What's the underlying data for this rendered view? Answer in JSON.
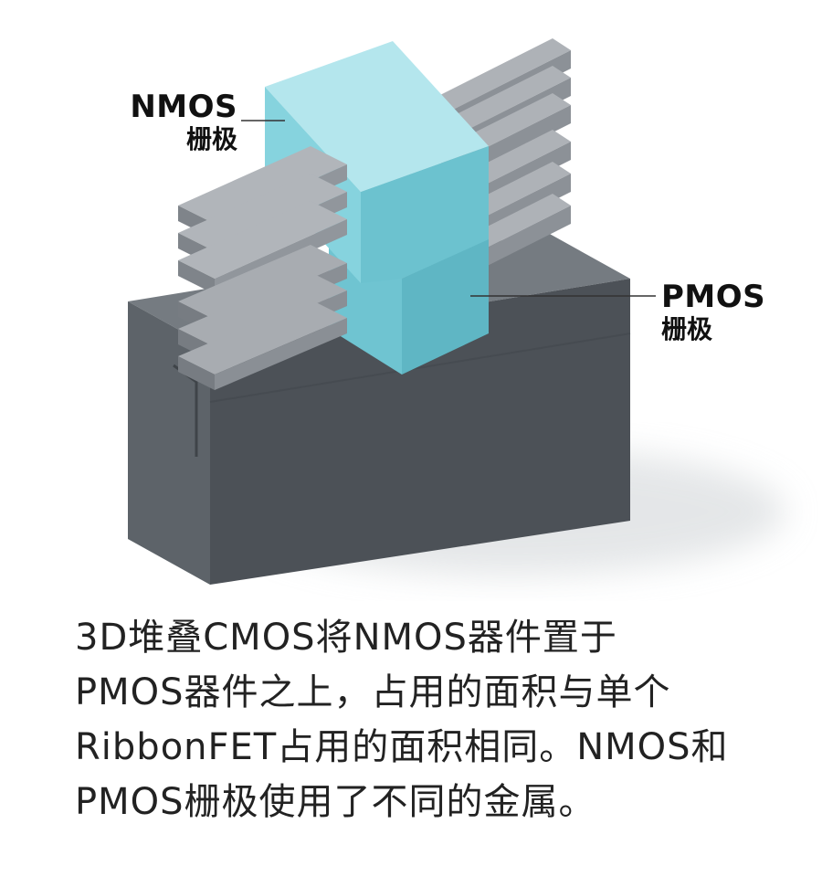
{
  "labels": {
    "nmos": {
      "name": "NMOS",
      "sub": "栅极"
    },
    "pmos": {
      "name": "PMOS",
      "sub": "栅极"
    }
  },
  "caption": {
    "lines": [
      "3D堆叠CMOS将NMOS器件置于",
      "PMOS器件之上，占用的面积与单个",
      "RibbonFET占用的面积相同。NMOS和",
      "PMOS栅极使用了不同的金属。"
    ]
  },
  "colors": {
    "gate_cyan_top": "#a8e2ea",
    "gate_cyan_front": "#7fd0dc",
    "gate_cyan_side": "#5fb8c6",
    "ribbon_top": "#a7abb0",
    "ribbon_front": "#8b9096",
    "substrate_top": "#6f757b",
    "substrate_front": "#5b6167",
    "substrate_side": "#4a4f55"
  }
}
